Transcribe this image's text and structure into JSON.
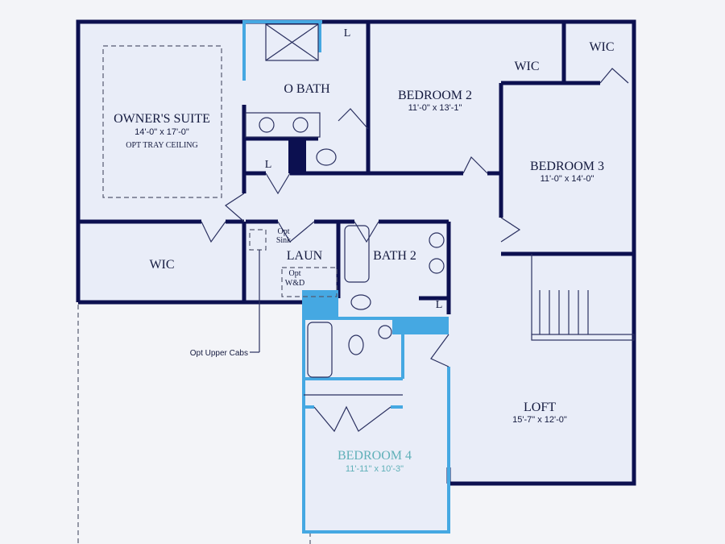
{
  "colors": {
    "wall": "#0c1050",
    "highlight_wall": "#45a8e2",
    "floor": "#e9edf8",
    "background": "#f3f4f8",
    "bedroom4_label": "#5fb0b8"
  },
  "rooms": {
    "owners_suite": {
      "name": "OWNER'S SUITE",
      "size": "14'-0\" x 17'-0\"",
      "note": "OPT TRAY CEILING"
    },
    "o_bath": {
      "name": "O BATH"
    },
    "bedroom2": {
      "name": "BEDROOM 2",
      "size": "11'-0\" x 13'-1\""
    },
    "bedroom3": {
      "name": "BEDROOM 3",
      "size": "11'-0\" x 14'-0\""
    },
    "wic1": {
      "name": "WIC"
    },
    "wic2": {
      "name": "WIC"
    },
    "owner_wic": {
      "name": "WIC"
    },
    "laun": {
      "name": "LAUN",
      "opt_sink": [
        "Opt",
        "Sink"
      ],
      "opt_wd": [
        "Opt",
        "W&D"
      ]
    },
    "bath2": {
      "name": "BATH 2"
    },
    "loft": {
      "name": "LOFT",
      "size": "15'-7\" x 12'-0\""
    },
    "bedroom4": {
      "name": "BEDROOM 4",
      "size": "11'-11\" x 10'-3\""
    },
    "linens": [
      "L",
      "L",
      "L"
    ]
  },
  "annotations": {
    "opt_upper_cabs": "Opt Upper Cabs"
  }
}
